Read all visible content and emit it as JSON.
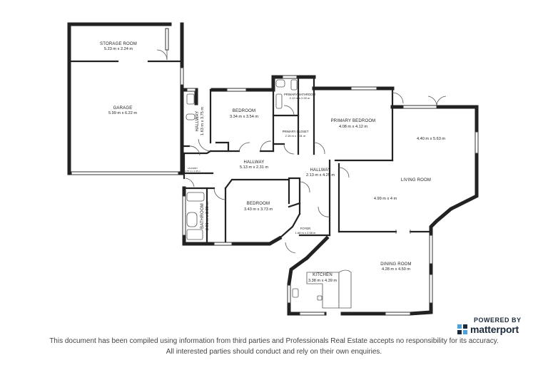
{
  "rooms": {
    "storage": {
      "name": "STORAGE ROOM",
      "dims": "5.23 m x 2.24 m"
    },
    "garage": {
      "name": "GARAGE",
      "dims": "5.99 m x 6.22 m"
    },
    "hallway_left": {
      "name": "HALLWAY",
      "dims": "1.63 m x 3.75 m"
    },
    "bedroom_top": {
      "name": "BEDROOM",
      "dims": "3.34 m x 3.54 m"
    },
    "primary_bathroom": {
      "name": "PRIMARY BATHROOM",
      "dims": "2.12 m x 2.00 m"
    },
    "primary_closet": {
      "name": "PRIMARY CLOSET",
      "dims": "2.15 m x 1.51 m"
    },
    "primary_bedroom": {
      "name": "PRIMARY BEDROOM",
      "dims": "4.08 m x 4.12 m"
    },
    "unlabeled_room": {
      "name": "",
      "dims": "4.40 m x 5.63 m"
    },
    "laundry": {
      "name": "LAUNDRY",
      "dims": "1.75 m x 1.45 m"
    },
    "hallway_mid": {
      "name": "HALLWAY",
      "dims": "5.13 m x 2.31 m"
    },
    "hallway_right": {
      "name": "HALLWAY",
      "dims": "2.13 m x 4.25 m"
    },
    "living": {
      "name": "LIVING ROOM",
      "dims": "4.99 m x 4 m"
    },
    "bathroom": {
      "name": "BATHROOM",
      "dims": "2.01 m x 2.85 m"
    },
    "bedroom_bottom": {
      "name": "BEDROOM",
      "dims": "3.43 m x 3.73 m"
    },
    "foyer": {
      "name": "FOYER",
      "dims": "1.68 m x 2.08 m"
    },
    "kitchen": {
      "name": "KITCHEN",
      "dims": "3.38 m x 4.39 m"
    },
    "dining": {
      "name": "DINING ROOM",
      "dims": "4.28 m x 4.50 m"
    }
  },
  "branding": {
    "powered": "POWERED BY",
    "name": "matterport",
    "logo_color": "#4aa3df"
  },
  "disclaimer": {
    "line1": "This document has been compiled using information from third parties and Professionals Real Estate accepts no responsibility for its accuracy.",
    "line2": "All interested parties should conduct and rely on their own enquiries."
  },
  "colors": {
    "wall": "#222222",
    "text": "#222222"
  }
}
